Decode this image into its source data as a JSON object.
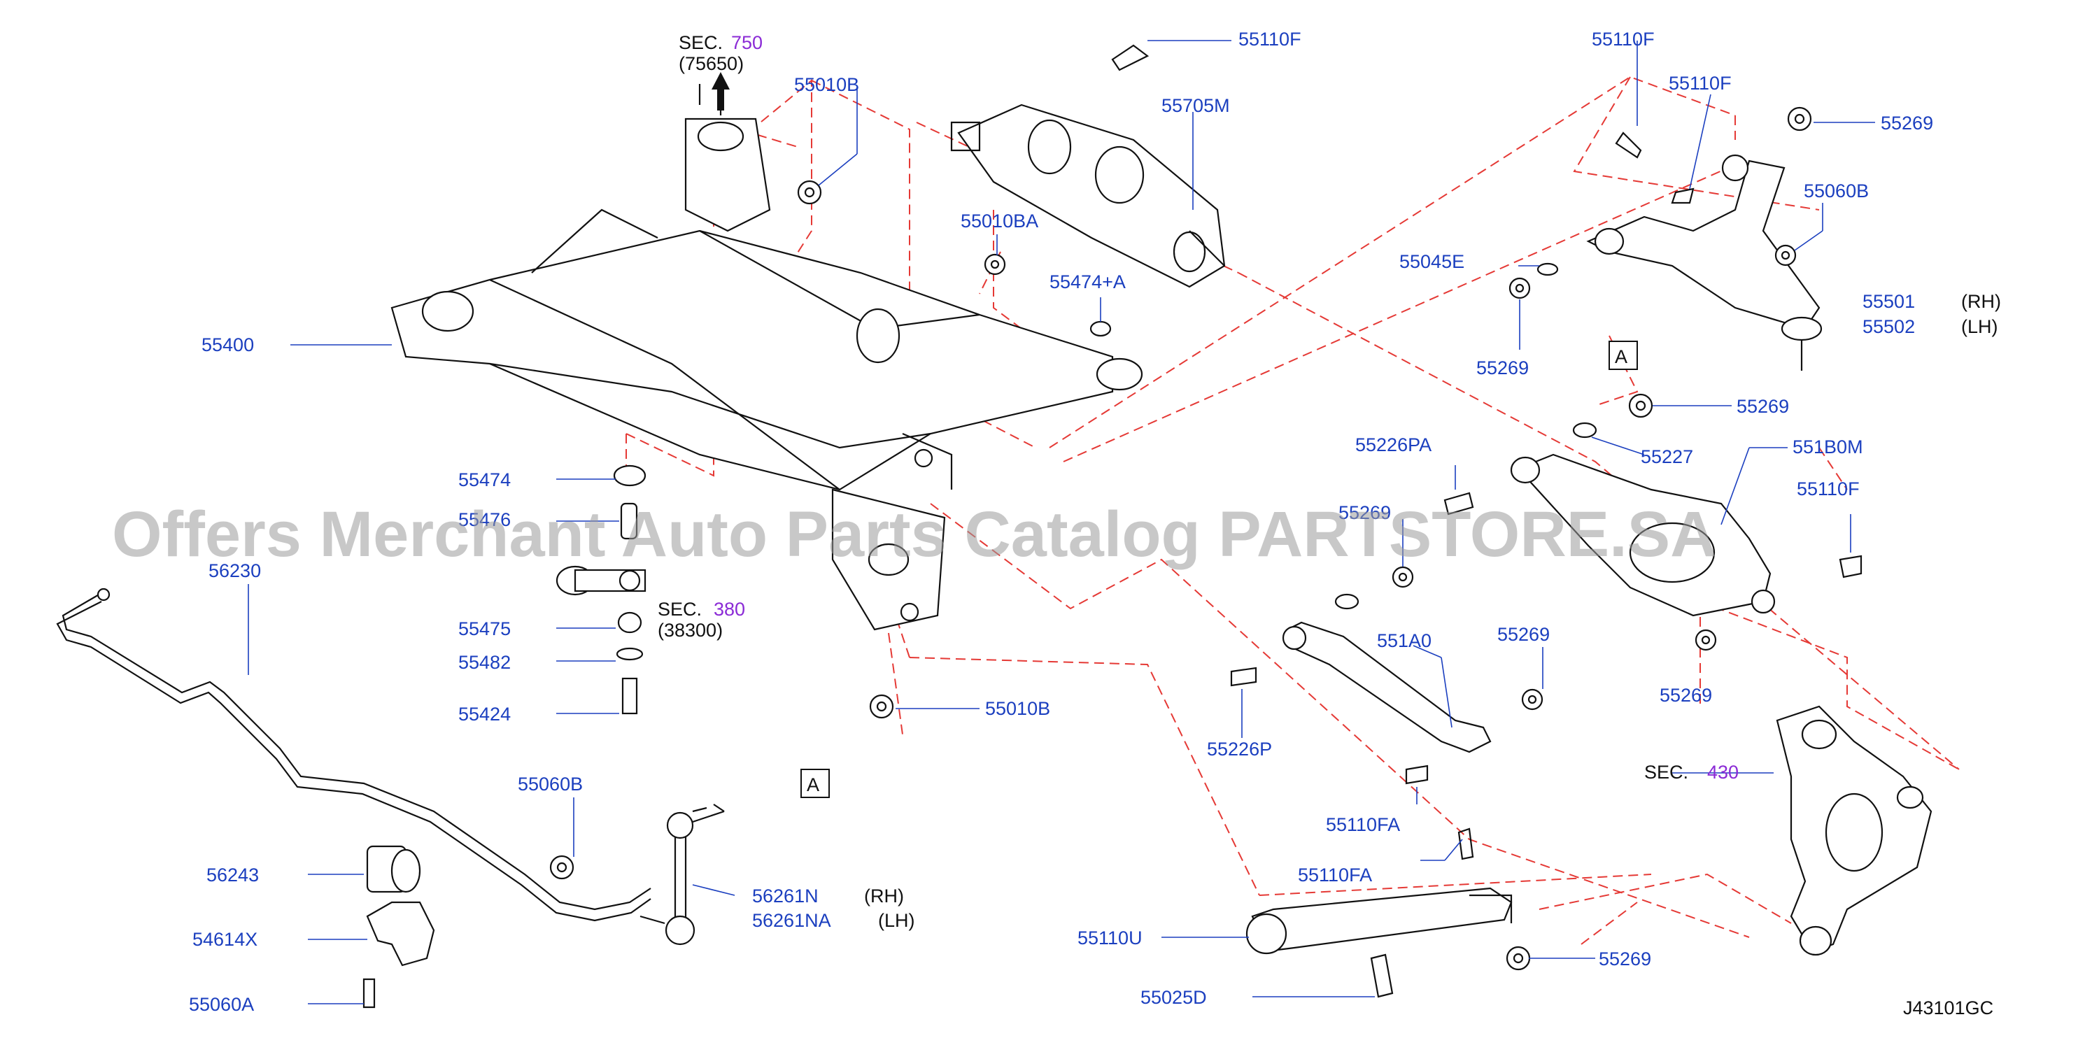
{
  "watermark": "Offers Merchant Auto Parts Catalog PARTSTORE.SA",
  "diagram_code": "J43101GC",
  "side_labels": {
    "rh": "(RH)",
    "lh": "(LH)"
  },
  "callout_letter": "A",
  "sections": [
    {
      "prefix": "SEC.",
      "number": "750",
      "sub": "(75650)"
    },
    {
      "prefix": "SEC.",
      "number": "380",
      "sub": "(38300)"
    },
    {
      "prefix": "SEC.",
      "number": "430"
    }
  ],
  "part_numbers": {
    "p55010B_top": "55010B",
    "p55110F_a": "55110F",
    "p55705M": "55705M",
    "p55010BA": "55010BA",
    "p55474A": "55474+A",
    "p55400": "55400",
    "p55474": "55474",
    "p55476": "55476",
    "p55475": "55475",
    "p55482": "55482",
    "p55424": "55424",
    "p55010B_bottom": "55010B",
    "p56230": "56230",
    "p55060B_left": "55060B",
    "p56243": "56243",
    "p54614X": "54614X",
    "p55060A": "55060A",
    "p56261N": "56261N",
    "p56261NA": "56261NA",
    "p55110F_b": "55110F",
    "p55110F_c": "55110F",
    "p55269_a": "55269",
    "p55060B_right": "55060B",
    "p55045E": "55045E",
    "p55501": "55501",
    "p55502": "55502",
    "p55269_b": "55269",
    "p55269_c": "55269",
    "p55227": "55227",
    "p55226PA": "55226PA",
    "p551B0M": "551B0M",
    "p55110F_d": "55110F",
    "p55269_d": "55269",
    "p551A0": "551A0",
    "p55269_e": "55269",
    "p55269_f": "55269",
    "p55226P": "55226P",
    "p55110FA_a": "55110FA",
    "p55110FA_b": "55110FA",
    "p55110U": "55110U",
    "p55269_g": "55269",
    "p55025D": "55025D"
  }
}
